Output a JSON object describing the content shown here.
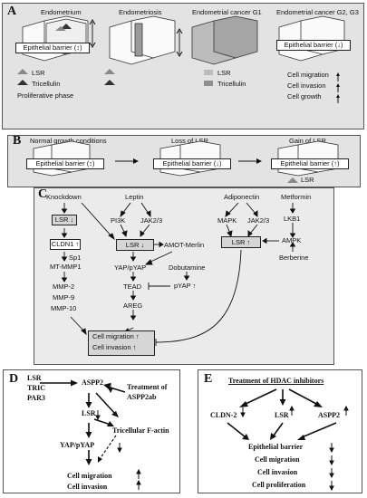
{
  "panelA": {
    "letter": "A",
    "col1": {
      "title": "Endometrium",
      "barrier": "Epithelial barrier",
      "legend": [
        "LSR",
        "Tricellulin"
      ],
      "note": "Proliferative phase"
    },
    "col2": {
      "title": "Endometriosis"
    },
    "col3": {
      "title": "Endometrial cancer G1",
      "legend": [
        "LSR",
        "Tricellulin"
      ]
    },
    "col4": {
      "title": "Endometrial cancer G2, G3",
      "barrier": "Epithelial barrier",
      "effects": [
        "Cell migration",
        "Cell invasion",
        "Cell growth"
      ]
    }
  },
  "panelB": {
    "letter": "B",
    "titles": [
      "Normal growth conditions",
      "Loss of LSR",
      "Gain of LSR"
    ],
    "barrier": "Epithelial barrier",
    "legend": "LSR"
  },
  "panelC": {
    "letter": "C",
    "knockdown": "Knockdown",
    "lsr": "LSR",
    "cldn1": "CLDN1",
    "sp1": "Sp1",
    "mt_mmp1": "MT-MMP1",
    "mmps": [
      "MMP-2",
      "MMP-9",
      "MMP-10"
    ],
    "leptin": "Leptin",
    "pi3k": "PI3K",
    "jak": "JAK2/3",
    "amot": "AMOT-Merlin",
    "yap": "YAP/pYAP",
    "dobutamine": "Dobutamine",
    "tead": "TEAD",
    "pyap": "pYAP",
    "areg": "AREG",
    "outcome": [
      "Cell migration",
      "Cell invasion"
    ],
    "adiponectin": "Adiponectin",
    "mapk": "MAPK",
    "jak2": "JAK2/3",
    "metformin": "Metformin",
    "lkb1": "LKB1",
    "ampk": "AMPK",
    "berberine": "Berberine"
  },
  "panelD": {
    "letter": "D",
    "left": [
      "LSR",
      "TRIC",
      "PAR3"
    ],
    "aspp2": "ASPP2",
    "treatment": [
      "Treatment of",
      "ASPP2ab"
    ],
    "lsr": "LSR",
    "fact": "Tricellular  F-actin",
    "yap": "YAP/pYAP",
    "out": [
      "Cell migration",
      "Cell invasion"
    ]
  },
  "panelE": {
    "letter": "E",
    "title": "Treatment of HDAC inhibitors",
    "items": [
      "CLDN-2",
      "LSR",
      "ASPP2"
    ],
    "out": [
      "Epithelial barrier",
      "Cell migration",
      "Cell invasion",
      "Cell proliferation"
    ]
  }
}
